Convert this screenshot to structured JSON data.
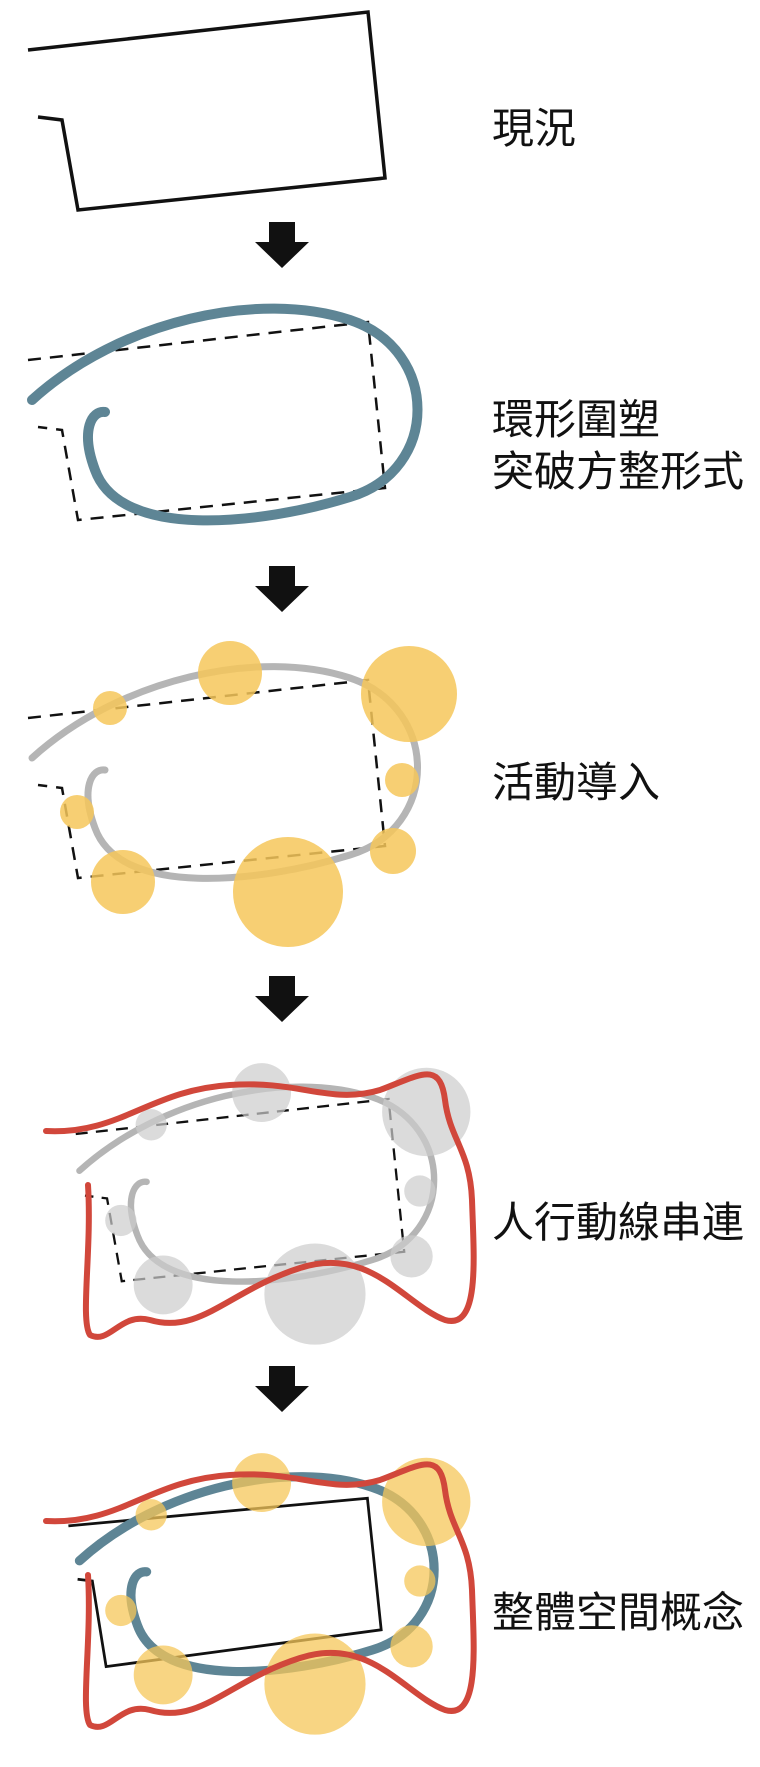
{
  "steps": [
    {
      "lines": [
        "現況"
      ]
    },
    {
      "lines": [
        "環形圍塑",
        "突破方整形式"
      ]
    },
    {
      "lines": [
        "活動導入"
      ]
    },
    {
      "lines": [
        "人行動線串連"
      ]
    },
    {
      "lines": [
        "整體空間概念"
      ]
    }
  ],
  "colors": {
    "outline": "#111111",
    "ring": "#5e8595",
    "ring_grey": "#b5b5b5",
    "activity": "#f6c75a",
    "activity_grey": "#cccccc",
    "path_red": "#d1473b",
    "arrow": "#111111"
  },
  "icons": [
    "down-arrow-icon"
  ]
}
